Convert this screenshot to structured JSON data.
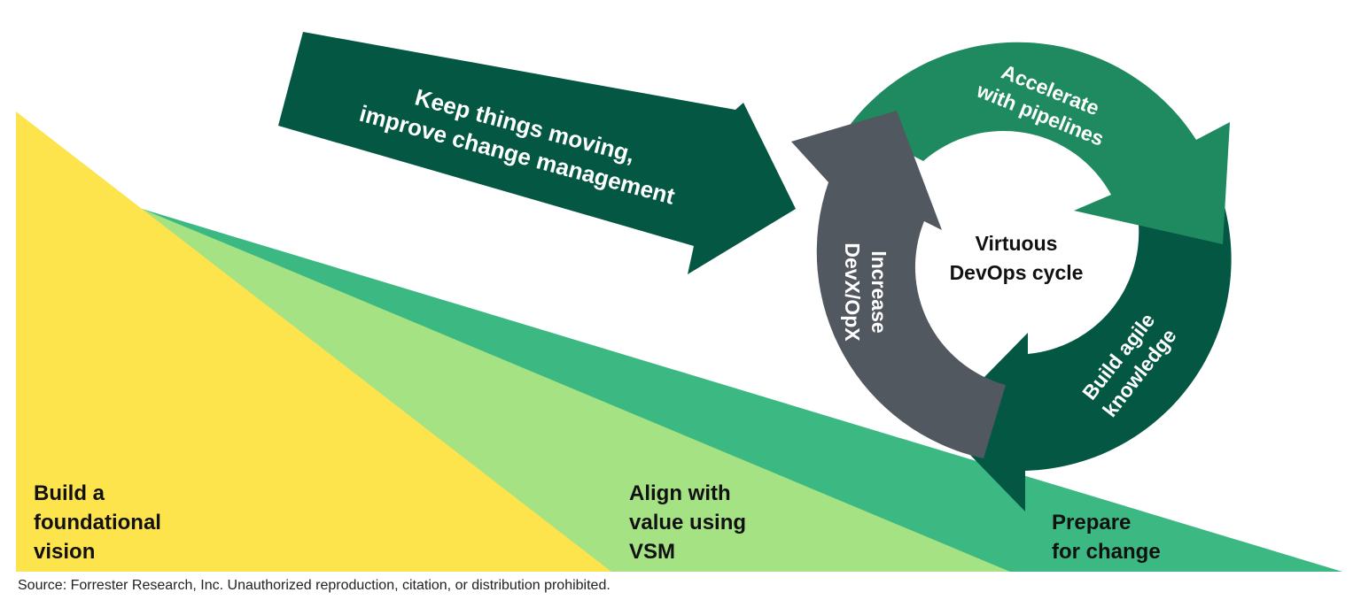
{
  "colors": {
    "yellow": "#fde44d",
    "light_green": "#a4e283",
    "mid_green": "#3cb982",
    "arrow_dark": "#045742",
    "cycle_top": "#1f8a5f",
    "cycle_gray": "#525860",
    "cycle_right": "#045742",
    "text_dark": "#111111",
    "text_light": "#ffffff"
  },
  "stages": {
    "foundational": [
      "Build a",
      "foundational",
      "vision"
    ],
    "align": [
      "Align with",
      "value using",
      "VSM"
    ],
    "prepare": [
      "Prepare",
      "for change"
    ]
  },
  "big_arrow": {
    "lines": [
      "Keep things moving,",
      "improve change management"
    ]
  },
  "cycle": {
    "center": [
      "Virtuous",
      "DevOps cycle"
    ],
    "top": [
      "Accelerate",
      "with pipelines"
    ],
    "left": [
      "Increase",
      "DevX/OpX"
    ],
    "right": [
      "Build agile",
      "knowledge"
    ]
  },
  "source": "Source: Forrester Research, Inc. Unauthorized reproduction, citation, or distribution prohibited."
}
